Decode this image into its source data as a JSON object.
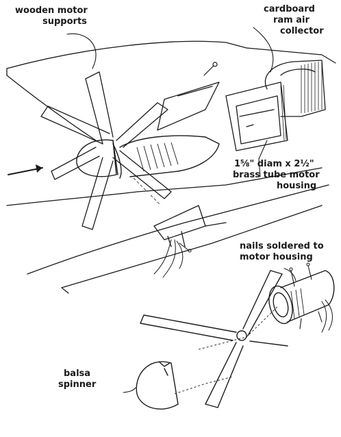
{
  "labels": {
    "wooden_motor_supports": [
      "wooden motor",
      "supports"
    ],
    "cardboard_collector": [
      "cardboard",
      "ram air",
      "collector"
    ],
    "motor_housing": [
      "1⅝\" diam x 2½\"",
      "brass tube motor",
      "housing"
    ],
    "nails": [
      "nails soldered to",
      "motor housing"
    ],
    "balsa_spinner": [
      "balsa",
      "spinner"
    ]
  },
  "colors": {
    "ink": "#1a1a1a",
    "paper": "#ffffff"
  }
}
